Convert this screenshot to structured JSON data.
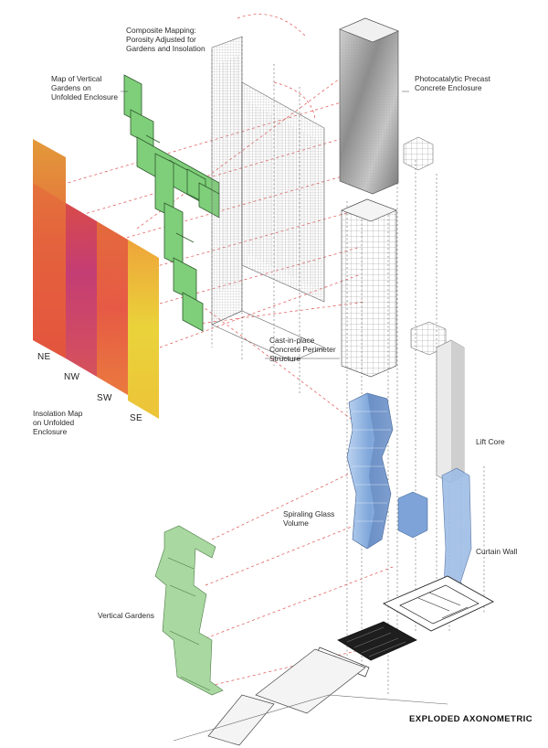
{
  "title": "EXPLODED AXONOMETRIC",
  "labels": {
    "composite_mapping": "Composite Mapping:\nPorosity Adjusted for\nGardens and Insolation",
    "vertical_garden_map": "Map of Vertical\nGardens on\nUnfolded Enclosure",
    "precast_enclosure": "Photocatalytic Precast\nConcrete Enclosure",
    "perimeter_structure": "Cast-in-place\nConcrete Perimeter\nStructure",
    "insolation_map": "Insolation Map\non Unfolded\nEnclosure",
    "lift_core": "Lift Core",
    "spiraling_glass": "Spiraling Glass\nVolume",
    "curtain_wall": "Curtain Wall",
    "vertical_gardens": "Vertical Gardens"
  },
  "faces": [
    "NE",
    "NW",
    "SW",
    "SE"
  ],
  "colors": {
    "garden_green": "#7fcf7a",
    "garden_pale": "#a9d8a0",
    "glass_blue": "#8fb4e0",
    "leader_red": "#d9322e",
    "insolation_magenta": "#c63a78",
    "insolation_orange": "#e8784a",
    "insolation_yellow": "#e9d23a"
  }
}
